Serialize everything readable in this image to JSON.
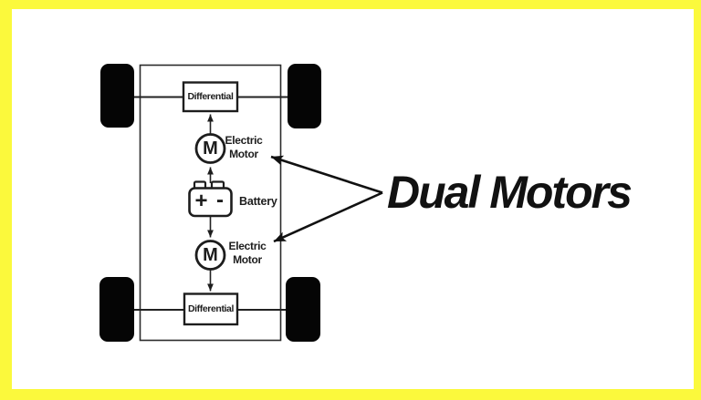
{
  "colors": {
    "frame_yellow": "#FBF93C",
    "background": "#FFFFFF",
    "ink_black": "#222222",
    "wheel_black": "#050505"
  },
  "labels": {
    "differential_top": "Differential",
    "differential_bottom": "Differential",
    "motor_top_symbol": "M",
    "motor_top_line1": "Electric",
    "motor_top_line2": "Motor",
    "motor_bottom_symbol": "M",
    "motor_bottom_line1": "Electric",
    "motor_bottom_line2": "Motor",
    "battery_plus": "+",
    "battery_minus": "-",
    "battery_label": "Battery",
    "annotation": "Dual Motors"
  }
}
